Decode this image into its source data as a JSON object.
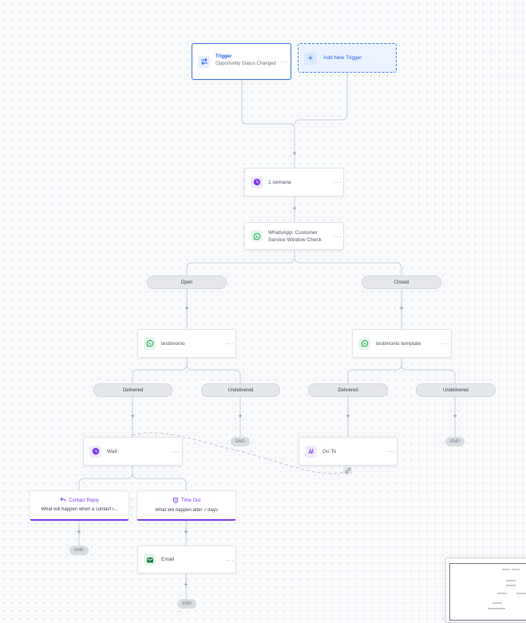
{
  "trigger": {
    "title": "Trigger",
    "subtitle": "Opportunity Status Changed"
  },
  "add_trigger": {
    "label": "Add New Trigger"
  },
  "steps": {
    "wait_week": "1 semana",
    "whatsapp_check": "WhatsApp: Customer Service Window Check",
    "testimonio": "testimonio",
    "testimonio_template": "testimonio template",
    "wait": "Wait",
    "goto": "Go To",
    "email": "Email"
  },
  "branches": {
    "open": "Open",
    "closed": "Closed",
    "delivered": "Delivered",
    "undelivered": "Undelivered"
  },
  "wait_branches": {
    "contact_reply_title": "Contact Reply",
    "contact_reply_desc": "What will happen when a contact r...",
    "timeout_title": "Time Out",
    "timeout_desc": "What will happen after 7 days"
  },
  "end_label": "END",
  "add_symbol": "+",
  "menu_symbol": "···",
  "colors": {
    "accent": "#2563eb",
    "purple": "#7c3aed",
    "whatsapp": "#16a34a"
  }
}
